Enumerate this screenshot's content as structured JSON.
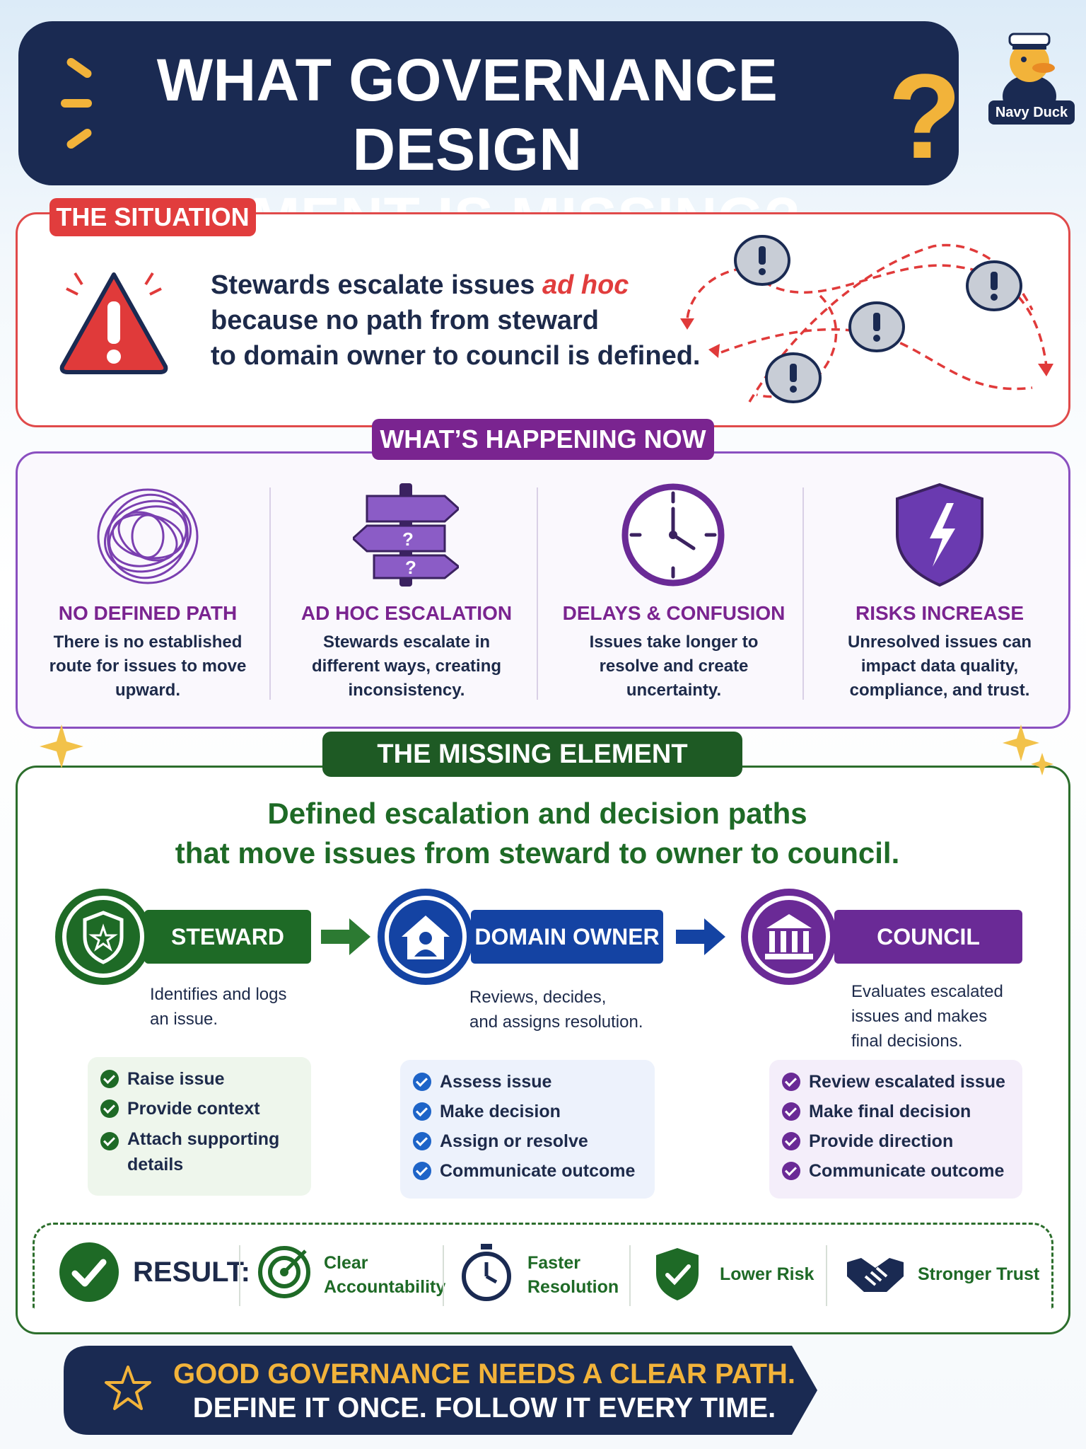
{
  "header": {
    "title_line1": "WHAT GOVERNANCE DESIGN",
    "title_line2": "ELEMENT IS MISSING?",
    "question_mark": "?",
    "mascot_label": "Navy Duck"
  },
  "situation": {
    "tab": "THE SITUATION",
    "text_before": "Stewards escalate issues",
    "text_emphasis": "ad hoc",
    "text_line2": "because no path from steward",
    "text_line3": "to domain owner to council is defined."
  },
  "happening": {
    "tab": "WHAT’S HAPPENING NOW",
    "items": [
      {
        "title": "NO DEFINED PATH",
        "desc": "There is no established route for issues to move upward.",
        "icon": "tangled-scribble-icon"
      },
      {
        "title": "AD HOC ESCALATION",
        "desc": "Stewards escalate in different ways, creating inconsistency.",
        "icon": "signpost-question-icon"
      },
      {
        "title": "DELAYS & CONFUSION",
        "desc": "Issues take longer to resolve and create uncertainty.",
        "icon": "clock-icon"
      },
      {
        "title": "RISKS INCREASE",
        "desc": "Unresolved issues can impact data quality, compliance, and trust.",
        "icon": "broken-shield-icon"
      }
    ]
  },
  "missing": {
    "tab": "THE MISSING ELEMENT",
    "headline_line1": "Defined escalation and decision paths",
    "headline_line2": "that move issues from steward to owner to council.",
    "stages": [
      {
        "name": "STEWARD",
        "desc_line1": "Identifies and logs",
        "desc_line2": "an issue.",
        "desc_line3": "",
        "items": [
          "Raise issue",
          "Provide context",
          "Attach supporting details"
        ],
        "color": "#1e6a26",
        "icon": "star-shield-icon"
      },
      {
        "name": "DOMAIN OWNER",
        "desc_line1": "Reviews, decides,",
        "desc_line2": "and assigns resolution.",
        "desc_line3": "",
        "items": [
          "Assess issue",
          "Make decision",
          "Assign or resolve",
          "Communicate outcome"
        ],
        "color": "#1443a3",
        "icon": "house-person-icon"
      },
      {
        "name": "COUNCIL",
        "desc_line1": "Evaluates escalated",
        "desc_line2": "issues and makes",
        "desc_line3": "final decisions.",
        "items": [
          "Review escalated issue",
          "Make final decision",
          "Provide direction",
          "Communicate outcome"
        ],
        "color": "#6a2a96",
        "icon": "institution-icon"
      }
    ]
  },
  "result": {
    "label": "RESULT:",
    "items": [
      {
        "line1": "Clear",
        "line2": "Accountability",
        "icon": "target-icon"
      },
      {
        "line1": "Faster",
        "line2": "Resolution",
        "icon": "stopwatch-icon"
      },
      {
        "line1": "Lower Risk",
        "line2": "",
        "icon": "check-shield-icon"
      },
      {
        "line1": "Stronger Trust",
        "line2": "",
        "icon": "handshake-icon"
      }
    ]
  },
  "footer": {
    "line1": "GOOD GOVERNANCE NEEDS A CLEAR PATH.",
    "line2": "DEFINE IT ONCE. FOLLOW IT EVERY TIME."
  },
  "colors": {
    "navy": "#1a2a52",
    "red": "#e13d3d",
    "purple": "#7a2490",
    "green": "#1e6a26",
    "blue": "#1443a3",
    "gold": "#f2b33a"
  }
}
